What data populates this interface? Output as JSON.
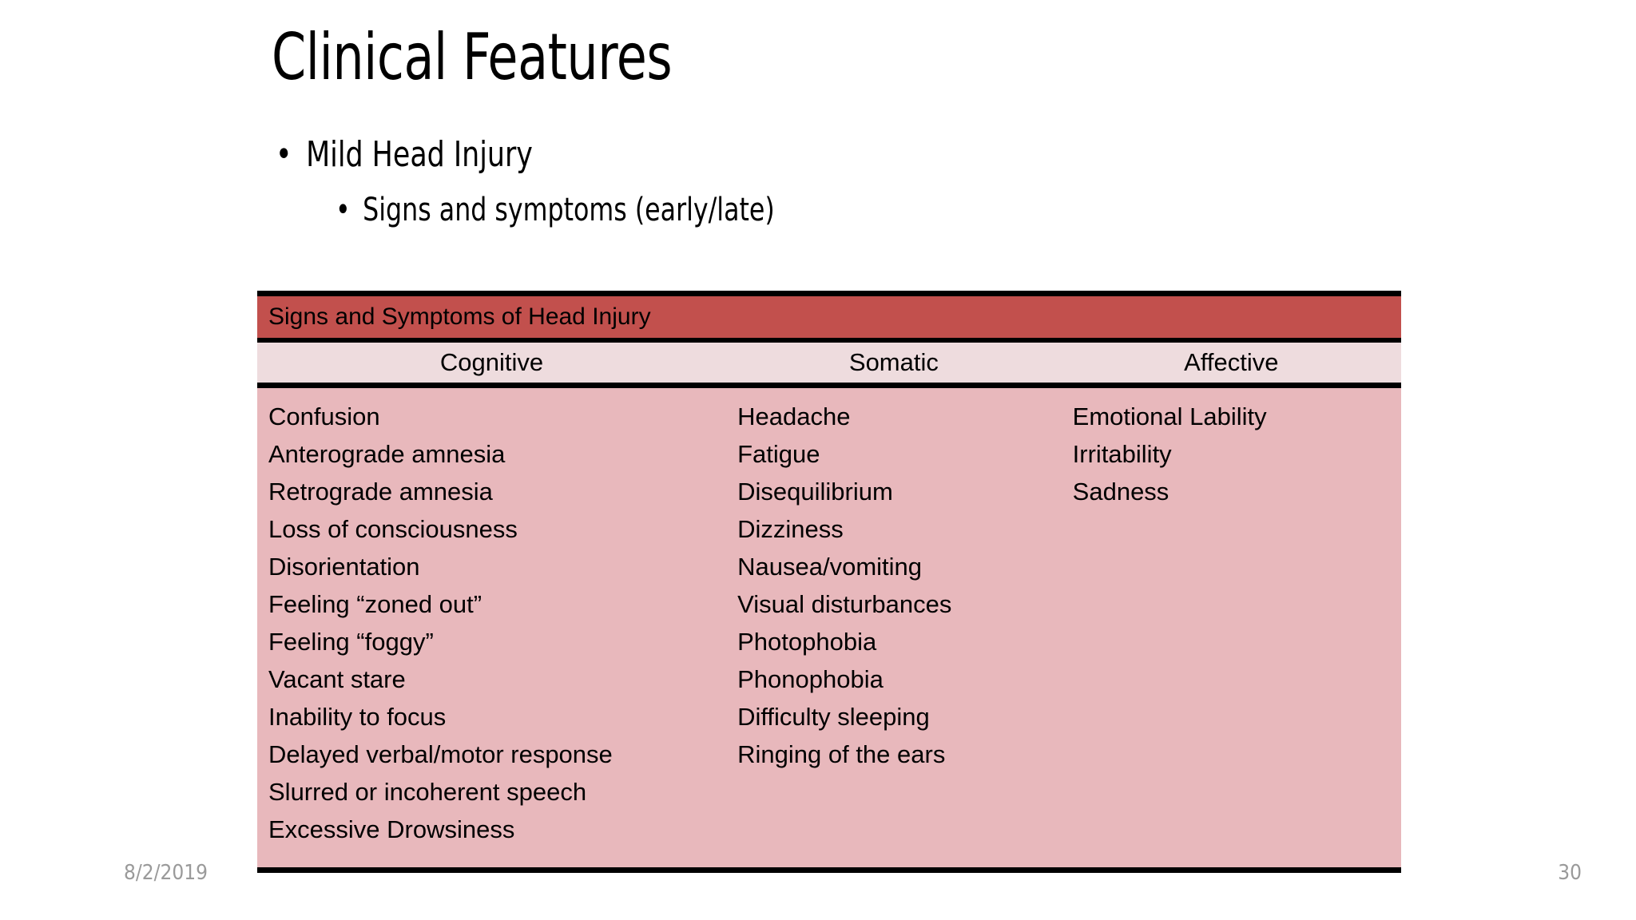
{
  "slide": {
    "title": "Clinical Features",
    "background_color": "#FFFFFF",
    "bullets": {
      "level1": "Mild Head Injury",
      "level2": "Signs and symptoms (early/late)",
      "glyph": "bullet-dot"
    },
    "footer": {
      "date": "8/2/2019",
      "page_number": "30",
      "text_color": "#9A9A9A"
    }
  },
  "table": {
    "title": "Signs and Symptoms of Head Injury",
    "colors": {
      "title_row_bg": "#C2504D",
      "column_header_bg": "#EEDCDE",
      "body_bg": "#E8B8BC",
      "border": "#000000",
      "text": "#000000"
    },
    "columns": [
      {
        "header": "Cognitive",
        "items": [
          "Confusion",
          "Anterograde amnesia",
          "Retrograde amnesia",
          "Loss of consciousness",
          "Disorientation",
          "Feeling “zoned out”",
          "Feeling “foggy”",
          "Vacant stare",
          "Inability to focus",
          "Delayed verbal/motor response",
          "Slurred or incoherent speech",
          "Excessive Drowsiness"
        ]
      },
      {
        "header": "Somatic",
        "items": [
          "Headache",
          "Fatigue",
          "Disequilibrium",
          "Dizziness",
          "Nausea/vomiting",
          "Visual disturbances",
          "Photophobia",
          "Phonophobia",
          "Difficulty sleeping",
          "Ringing of the ears"
        ]
      },
      {
        "header": "Affective",
        "items": [
          "Emotional Lability",
          "Irritability",
          "Sadness"
        ]
      }
    ]
  }
}
